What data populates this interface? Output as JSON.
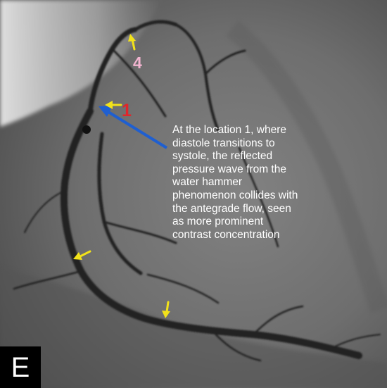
{
  "figure": {
    "panel_letter": "E",
    "labels": {
      "location_1": "1",
      "location_4": "4"
    },
    "caption": "At the location 1, where\ndiastole transitions to\nsystole, the reflected\npressure wave from the\nwater hammer\nphenomenon collides with\nthe antegrade flow, seen\nas more prominent\ncontrast concentration",
    "colors": {
      "caption_text": "#ffffff",
      "label_1": "#e0262b",
      "label_4": "#f2b4d0",
      "pointer_line": "#1f5fd0",
      "small_arrows": "#f2e21a",
      "panel_box": "#000000"
    }
  }
}
